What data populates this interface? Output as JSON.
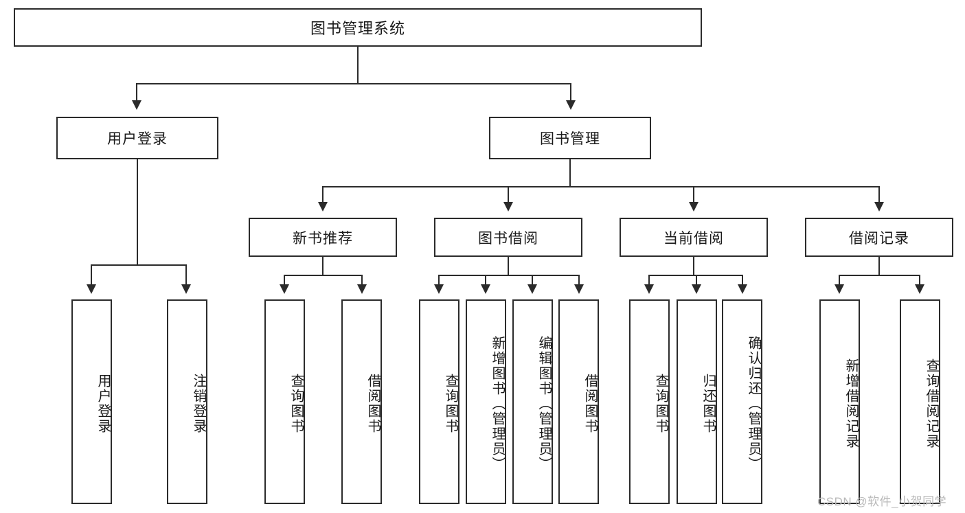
{
  "diagram": {
    "type": "tree",
    "title": "图书管理系统",
    "orientation": "top-down",
    "colors": {
      "stroke": "#2b2b2b",
      "fill": "#ffffff",
      "text": "#1a1a1a",
      "watermark": "#b9b9b9"
    },
    "root": {
      "label": "图书管理系统"
    },
    "level2": [
      {
        "label": "用户登录"
      },
      {
        "label": "图书管理"
      }
    ],
    "level3": [
      {
        "label": "新书推荐"
      },
      {
        "label": "图书借阅"
      },
      {
        "label": "当前借阅"
      },
      {
        "label": "借阅记录"
      }
    ],
    "leaves": {
      "user_login": [
        {
          "label": "用户登录"
        },
        {
          "label": "注销登录"
        }
      ],
      "new_book_recommend": [
        {
          "label": "查询图书"
        },
        {
          "label": "借阅图书"
        }
      ],
      "book_borrow": [
        {
          "label": "查询图书"
        },
        {
          "label": "新增图书（管理员）"
        },
        {
          "label": "编辑图书（管理员）"
        },
        {
          "label": "借阅图书"
        }
      ],
      "current_borrow": [
        {
          "label": "查询图书"
        },
        {
          "label": "归还图书"
        },
        {
          "label": "确认归还（管理员）"
        }
      ],
      "borrow_record": [
        {
          "label": "新增借阅记录"
        },
        {
          "label": "查询借阅记录"
        }
      ]
    }
  },
  "watermark": {
    "text": "CSDN @软件_小贺同学"
  }
}
